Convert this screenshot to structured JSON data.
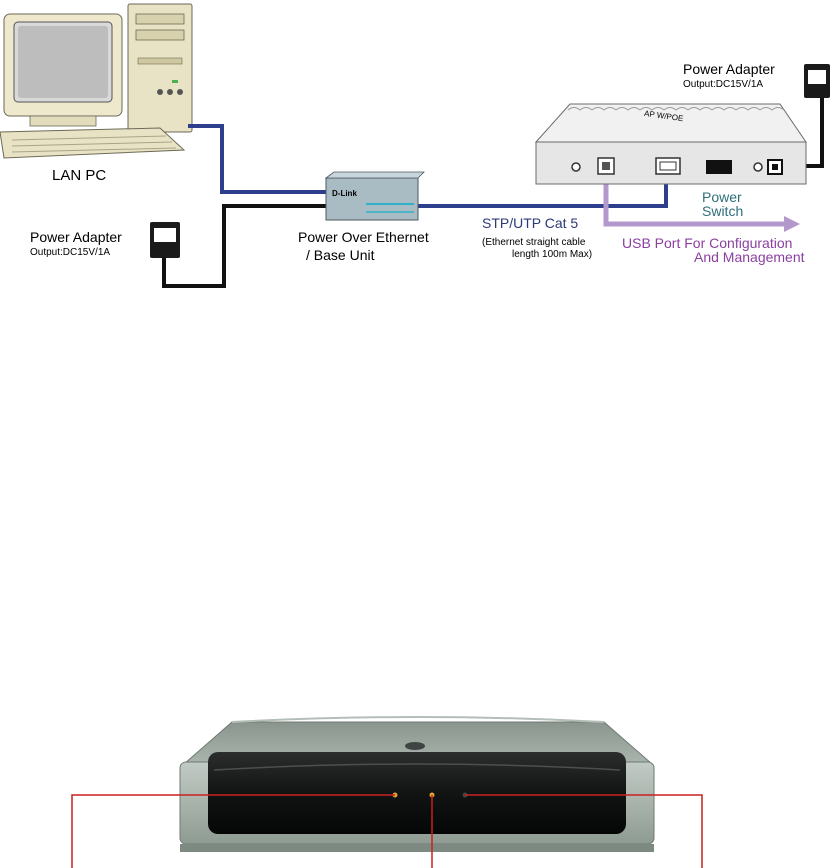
{
  "diagram": {
    "lan_pc_label": "LAN PC",
    "power_adapter_left": {
      "title": "Power Adapter",
      "output": "Output:DC15V/1A"
    },
    "power_adapter_right": {
      "title": "Power Adapter",
      "output": "Output:DC15V/1A"
    },
    "poe_unit": {
      "line1": "Power Over Ethernet",
      "line2": "/ Base Unit",
      "logo": "D-Link"
    },
    "cable": {
      "title": "STP/UTP Cat 5",
      "note_line1": "(Ethernet straight cable",
      "note_line2": "length 100m Max)"
    },
    "ap": {
      "label": "AP W/POE"
    },
    "power_switch": {
      "line1": "Power",
      "line2": "Switch"
    },
    "usb_port": {
      "line1": "USB Port For Configuration",
      "line2": "And Management"
    }
  },
  "colors": {
    "ethernet_cable": "#2d3f8c",
    "power_cable": "#111111",
    "usb_arrow": "#b398cc",
    "callout_line": "#cc1f1f",
    "device_body": "#9aa79e"
  }
}
